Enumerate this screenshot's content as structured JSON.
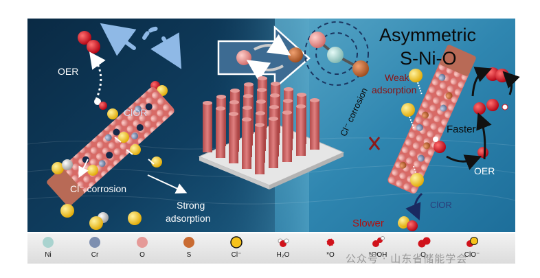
{
  "title": [
    "Asymmetric",
    "S-Ni-O"
  ],
  "left_panel": {
    "oer_label": "OER",
    "clor_label": "ClOR",
    "corrosion_label": "Cl⁻ corrosion",
    "strong_adsorption": [
      "Strong",
      "adsorption"
    ]
  },
  "right_panel": {
    "weak_adsorption": [
      "Weak",
      "adsorption"
    ],
    "corrosion_label": "Cl⁻ corrosion",
    "faster_label": "Faster",
    "oer_label": "OER",
    "clor_label": "ClOR",
    "slower_label": "Slower"
  },
  "legend": [
    {
      "icon": "ni-atom-icon",
      "label": "Ni",
      "color": "#a9d3cf"
    },
    {
      "icon": "cr-atom-icon",
      "label": "Cr",
      "color": "#7d8fb0"
    },
    {
      "icon": "o-atom-icon",
      "label": "O",
      "color": "#e59a98"
    },
    {
      "icon": "s-atom-icon",
      "label": "S",
      "color": "#c96b32"
    },
    {
      "icon": "cl-ion-icon",
      "label": "Cl⁻",
      "color": "#f6c21b"
    },
    {
      "icon": "h2o-molecule-icon",
      "label": "H₂O",
      "color": "#d0121b"
    },
    {
      "icon": "o-intermediate-icon",
      "label": "*O",
      "color": "#d0121b"
    },
    {
      "icon": "ooh-intermediate-icon",
      "label": "*OOH",
      "color": "#d0121b"
    },
    {
      "icon": "o2-molecule-icon",
      "label": "O₂",
      "color": "#d0121b"
    },
    {
      "icon": "clo-ion-icon",
      "label": "ClO⁻",
      "color": "#d0121b"
    }
  ],
  "watermark": "公众号 · 山东省储能学会"
}
